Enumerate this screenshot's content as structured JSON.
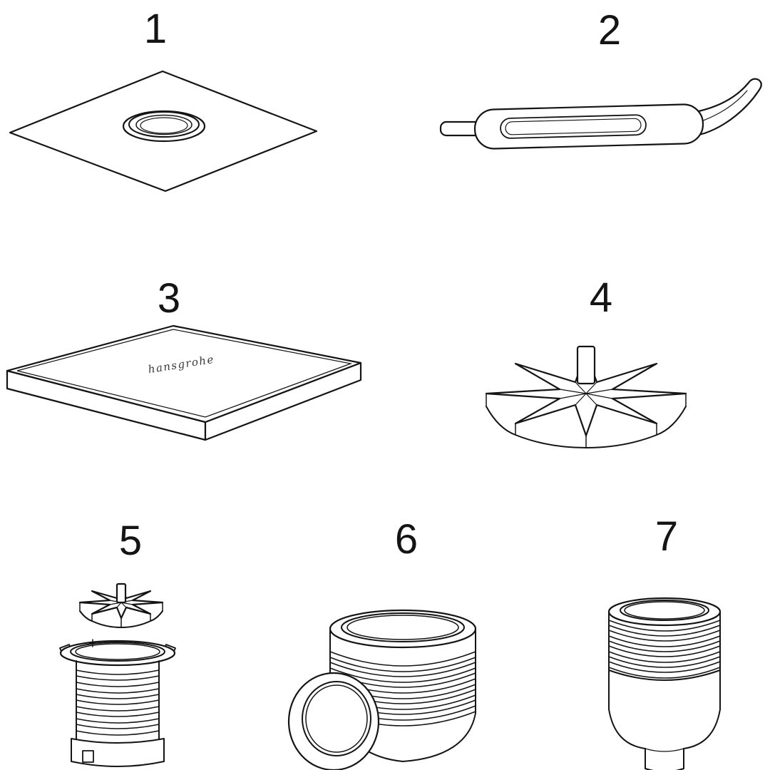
{
  "diagram": {
    "background": "#ffffff",
    "line_color": "#141414",
    "brand": "hansgrohe",
    "parts": [
      {
        "number": "1"
      },
      {
        "number": "2"
      },
      {
        "number": "3"
      },
      {
        "number": "4"
      },
      {
        "number": "5"
      },
      {
        "number": "6"
      },
      {
        "number": "7"
      }
    ]
  }
}
